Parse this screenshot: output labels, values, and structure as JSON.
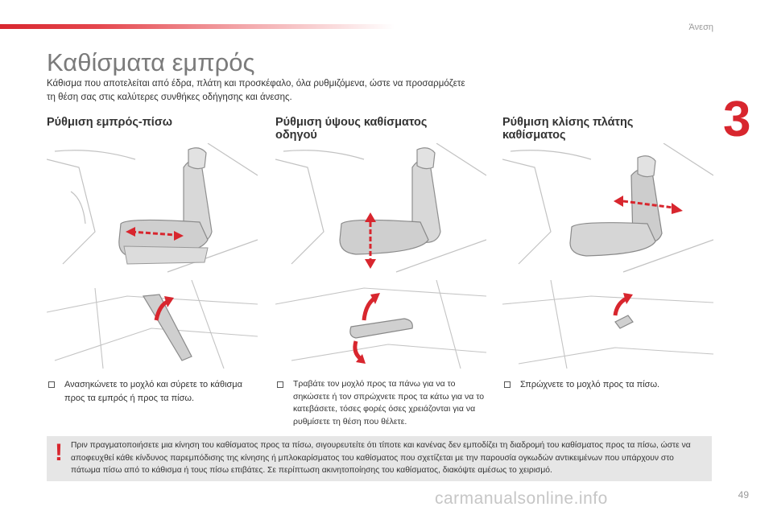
{
  "header": {
    "section": "Άνεση",
    "chapter": "3"
  },
  "title": "Καθίσματα εμπρός",
  "intro": "Κάθισμα που αποτελείται από έδρα, πλάτη και προσκέφαλο, όλα ρυθμιζόμενα, ώστε να προσαρμόζετε τη θέση σας στις καλύτερες συνθήκες οδήγησης και άνεσης.",
  "columns": [
    {
      "heading": "Ρύθμιση εμπρός-πίσω",
      "instruction": "Ανασηκώνετε το μοχλό και σύρετε το κάθισμα προς τα εμπρός ή προς τα πίσω."
    },
    {
      "heading": "Ρύθμιση ύψους καθίσματος οδηγού",
      "instruction": "Τραβάτε τον μοχλό προς τα πάνω για να το σηκώσετε ή τον σπρώχνετε προς τα κάτω για να το κατεβάσετε, τόσες φορές όσες χρειάζονται για να ρυθμίσετε τη θέση που θέλετε."
    },
    {
      "heading": "Ρύθμιση κλίσης πλάτης καθίσματος",
      "instruction": "Σπρώχνετε το μοχλό προς τα πίσω."
    }
  ],
  "warning": {
    "mark": "!",
    "text": "Πριν πραγματοποιήσετε μια κίνηση του καθίσματος προς τα πίσω, σιγουρευτείτε ότι τίποτε και κανένας δεν εμποδίζει τη διαδρομή του καθίσματος προς τα πίσω, ώστε να αποφευχθεί κάθε κίνδυνος παρεμπόδισης της κίνησης ή μπλοκαρίσματος του καθίσματος που σχετίζεται με την παρουσία ογκωδών αντικειμένων που υπάρχουν στο πάτωμα πίσω από το κάθισμα ή τους πίσω επιβάτες. Σε περίπτωση ακινητοποίησης του καθίσματος, διακόψτε αμέσως το χειρισμό."
  },
  "footer": {
    "page_number": "49",
    "watermark": "carmanualsonline.info"
  },
  "colors": {
    "accent": "#d8262e",
    "title_gray": "#7b7b7b",
    "warning_bg": "#e6e6e6",
    "figure_line": "#bdbdbd",
    "seat_fill": "#d4d4d4"
  },
  "figures": [
    {
      "name": "seat-fore-aft-illustration",
      "arrow": "horizontal-double"
    },
    {
      "name": "seat-height-illustration",
      "arrow": "vertical-double"
    },
    {
      "name": "seat-backrest-illustration",
      "arrow": "diagonal-double"
    },
    {
      "name": "fore-aft-lever-closeup",
      "arrow": "curved-up"
    },
    {
      "name": "height-lever-closeup",
      "arrow": "curved-up-and-down"
    },
    {
      "name": "recline-lever-closeup",
      "arrow": "curved-back"
    }
  ]
}
